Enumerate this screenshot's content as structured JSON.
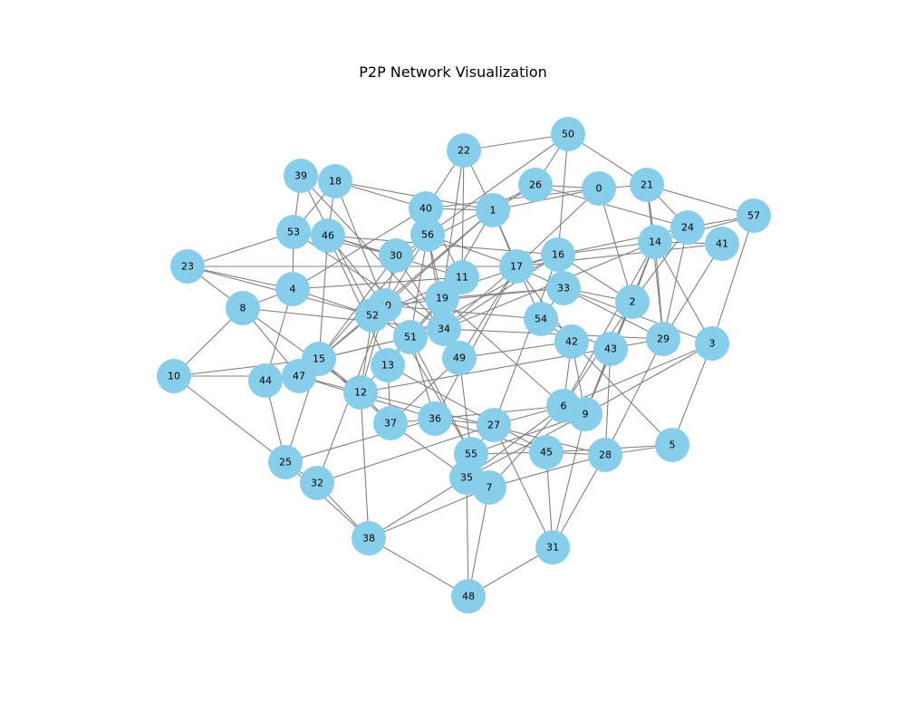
{
  "title": "P2P Network Visualization",
  "colors": {
    "node_fill": "#87ceeb",
    "edge": "#808080",
    "background": "#ffffff"
  },
  "nodes": [
    "0",
    "1",
    "2",
    "3",
    "4",
    "5",
    "6",
    "7",
    "8",
    "9",
    "10",
    "11",
    "12",
    "13",
    "14",
    "15",
    "16",
    "17",
    "18",
    "19",
    "20",
    "21",
    "22",
    "23",
    "24",
    "25",
    "26",
    "27",
    "28",
    "29",
    "30",
    "31",
    "32",
    "33",
    "34",
    "35",
    "36",
    "37",
    "38",
    "39",
    "40",
    "41",
    "42",
    "43",
    "44",
    "45",
    "46",
    "47",
    "48",
    "49",
    "50",
    "51",
    "52",
    "53",
    "54",
    "55",
    "56",
    "57"
  ],
  "edges": [
    [
      "50",
      "22"
    ],
    [
      "50",
      "26"
    ],
    [
      "50",
      "21"
    ],
    [
      "50",
      "16"
    ],
    [
      "50",
      "56"
    ],
    [
      "22",
      "40"
    ],
    [
      "22",
      "11"
    ],
    [
      "22",
      "1"
    ],
    [
      "22",
      "19"
    ],
    [
      "26",
      "0"
    ],
    [
      "26",
      "1"
    ],
    [
      "26",
      "24"
    ],
    [
      "26",
      "30"
    ],
    [
      "0",
      "21"
    ],
    [
      "0",
      "1"
    ],
    [
      "0",
      "2"
    ],
    [
      "0",
      "17"
    ],
    [
      "0",
      "40"
    ],
    [
      "21",
      "57"
    ],
    [
      "21",
      "24"
    ],
    [
      "21",
      "14"
    ],
    [
      "21",
      "29"
    ],
    [
      "57",
      "24"
    ],
    [
      "57",
      "14"
    ],
    [
      "57",
      "3"
    ],
    [
      "24",
      "16"
    ],
    [
      "24",
      "14"
    ],
    [
      "24",
      "29"
    ],
    [
      "24",
      "2"
    ],
    [
      "14",
      "16"
    ],
    [
      "14",
      "29"
    ],
    [
      "14",
      "3"
    ],
    [
      "14",
      "34"
    ],
    [
      "14",
      "6"
    ],
    [
      "14",
      "9"
    ],
    [
      "14",
      "2"
    ],
    [
      "14",
      "41"
    ],
    [
      "41",
      "17"
    ],
    [
      "41",
      "29"
    ],
    [
      "39",
      "18"
    ],
    [
      "39",
      "53"
    ],
    [
      "39",
      "52"
    ],
    [
      "39",
      "34"
    ],
    [
      "18",
      "40"
    ],
    [
      "18",
      "1"
    ],
    [
      "18",
      "46"
    ],
    [
      "18",
      "53"
    ],
    [
      "18",
      "20"
    ],
    [
      "40",
      "1"
    ],
    [
      "40",
      "56"
    ],
    [
      "40",
      "4"
    ],
    [
      "40",
      "11"
    ],
    [
      "1",
      "17"
    ],
    [
      "1",
      "54"
    ],
    [
      "1",
      "20"
    ],
    [
      "1",
      "15"
    ],
    [
      "1",
      "19"
    ],
    [
      "53",
      "23"
    ],
    [
      "53",
      "46"
    ],
    [
      "53",
      "30"
    ],
    [
      "53",
      "4"
    ],
    [
      "53",
      "34"
    ],
    [
      "46",
      "30"
    ],
    [
      "46",
      "20"
    ],
    [
      "46",
      "15"
    ],
    [
      "46",
      "16"
    ],
    [
      "46",
      "11"
    ],
    [
      "46",
      "13"
    ],
    [
      "56",
      "19"
    ],
    [
      "56",
      "15"
    ],
    [
      "56",
      "20"
    ],
    [
      "56",
      "34"
    ],
    [
      "56",
      "51"
    ],
    [
      "56",
      "17"
    ],
    [
      "30",
      "20"
    ],
    [
      "30",
      "34"
    ],
    [
      "30",
      "15"
    ],
    [
      "23",
      "4"
    ],
    [
      "23",
      "8"
    ],
    [
      "23",
      "52"
    ],
    [
      "23",
      "17"
    ],
    [
      "4",
      "8"
    ],
    [
      "4",
      "44"
    ],
    [
      "4",
      "11"
    ],
    [
      "4",
      "52"
    ],
    [
      "8",
      "10"
    ],
    [
      "8",
      "47"
    ],
    [
      "8",
      "34"
    ],
    [
      "8",
      "12"
    ],
    [
      "11",
      "34"
    ],
    [
      "11",
      "52"
    ],
    [
      "11",
      "51"
    ],
    [
      "17",
      "16"
    ],
    [
      "17",
      "34"
    ],
    [
      "17",
      "33"
    ],
    [
      "17",
      "42"
    ],
    [
      "17",
      "36"
    ],
    [
      "17",
      "49"
    ],
    [
      "16",
      "34"
    ],
    [
      "16",
      "52"
    ],
    [
      "16",
      "51"
    ],
    [
      "16",
      "2"
    ],
    [
      "16",
      "27"
    ],
    [
      "33",
      "2"
    ],
    [
      "33",
      "29"
    ],
    [
      "33",
      "3"
    ],
    [
      "33",
      "54"
    ],
    [
      "33",
      "20"
    ],
    [
      "2",
      "43"
    ],
    [
      "2",
      "6"
    ],
    [
      "2",
      "9"
    ],
    [
      "19",
      "12"
    ],
    [
      "19",
      "6"
    ],
    [
      "19",
      "33"
    ],
    [
      "20",
      "52"
    ],
    [
      "20",
      "12"
    ],
    [
      "20",
      "55"
    ],
    [
      "20",
      "32"
    ],
    [
      "20",
      "54"
    ],
    [
      "52",
      "15"
    ],
    [
      "52",
      "51"
    ],
    [
      "52",
      "12"
    ],
    [
      "34",
      "49"
    ],
    [
      "34",
      "51"
    ],
    [
      "34",
      "15"
    ],
    [
      "34",
      "29"
    ],
    [
      "54",
      "42"
    ],
    [
      "54",
      "43"
    ],
    [
      "51",
      "13"
    ],
    [
      "51",
      "15"
    ],
    [
      "51",
      "36"
    ],
    [
      "51",
      "55"
    ],
    [
      "49",
      "55"
    ],
    [
      "49",
      "42"
    ],
    [
      "49",
      "37"
    ],
    [
      "42",
      "6"
    ],
    [
      "42",
      "9"
    ],
    [
      "42",
      "5"
    ],
    [
      "43",
      "9"
    ],
    [
      "43",
      "28"
    ],
    [
      "29",
      "28"
    ],
    [
      "29",
      "12"
    ],
    [
      "3",
      "9"
    ],
    [
      "3",
      "5"
    ],
    [
      "3",
      "6"
    ],
    [
      "10",
      "15"
    ],
    [
      "10",
      "25"
    ],
    [
      "10",
      "47"
    ],
    [
      "15",
      "47"
    ],
    [
      "15",
      "12"
    ],
    [
      "15",
      "37"
    ],
    [
      "15",
      "25"
    ],
    [
      "44",
      "47"
    ],
    [
      "44",
      "25"
    ],
    [
      "47",
      "12"
    ],
    [
      "47",
      "36"
    ],
    [
      "13",
      "37"
    ],
    [
      "13",
      "45"
    ],
    [
      "12",
      "37"
    ],
    [
      "12",
      "38"
    ],
    [
      "12",
      "28"
    ],
    [
      "6",
      "9"
    ],
    [
      "6",
      "36"
    ],
    [
      "6",
      "27"
    ],
    [
      "6",
      "35"
    ],
    [
      "6",
      "7"
    ],
    [
      "9",
      "35"
    ],
    [
      "9",
      "55"
    ],
    [
      "37",
      "36"
    ],
    [
      "37",
      "35"
    ],
    [
      "36",
      "27"
    ],
    [
      "36",
      "45"
    ],
    [
      "36",
      "25"
    ],
    [
      "27",
      "32"
    ],
    [
      "27",
      "55"
    ],
    [
      "27",
      "31"
    ],
    [
      "55",
      "35"
    ],
    [
      "55",
      "7"
    ],
    [
      "55",
      "45"
    ],
    [
      "45",
      "28"
    ],
    [
      "45",
      "31"
    ],
    [
      "28",
      "5"
    ],
    [
      "28",
      "7"
    ],
    [
      "28",
      "31"
    ],
    [
      "5",
      "45"
    ],
    [
      "25",
      "32"
    ],
    [
      "25",
      "38"
    ],
    [
      "32",
      "38"
    ],
    [
      "35",
      "38"
    ],
    [
      "35",
      "48"
    ],
    [
      "35",
      "7"
    ],
    [
      "7",
      "48"
    ],
    [
      "7",
      "38"
    ],
    [
      "38",
      "48"
    ],
    [
      "31",
      "48"
    ],
    [
      "31",
      "9"
    ]
  ]
}
